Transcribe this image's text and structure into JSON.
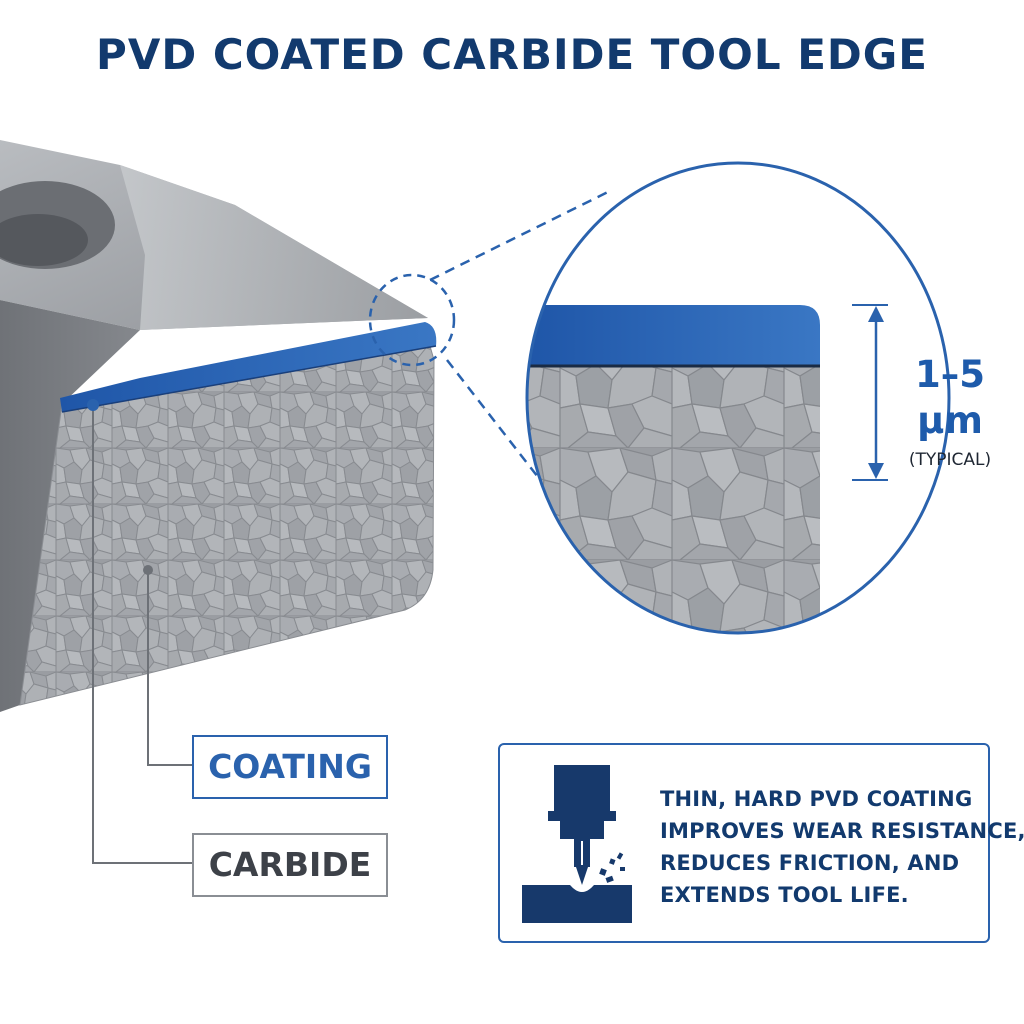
{
  "title": "PVD COATED CARBIDE TOOL EDGE",
  "thickness": {
    "value": "1–5",
    "unit": "µm",
    "note": "(TYPICAL)"
  },
  "labels": {
    "coating": "COATING",
    "carbide": "CARBIDE"
  },
  "info": {
    "icon": "milling-tool-icon",
    "lines": [
      "THIN, HARD PVD COATING",
      "IMPROVES WEAR RESISTANCE,",
      "REDUCES FRICTION, AND",
      "EXTENDS TOOL LIFE."
    ]
  },
  "colors": {
    "title": "#123a6e",
    "coating": "#2a62ad",
    "carbide": "#8a8e94",
    "icon": "#17396b"
  }
}
